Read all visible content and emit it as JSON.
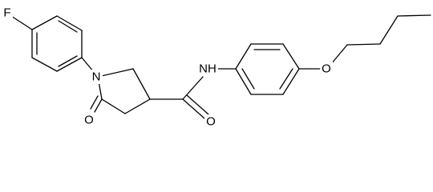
{
  "atoms": {
    "fluorine": "F",
    "ring_nitrogen": "N",
    "ketone_oxygen": "O",
    "amide_nh": "NH",
    "amide_oxygen": "O",
    "ether_oxygen": "O"
  }
}
